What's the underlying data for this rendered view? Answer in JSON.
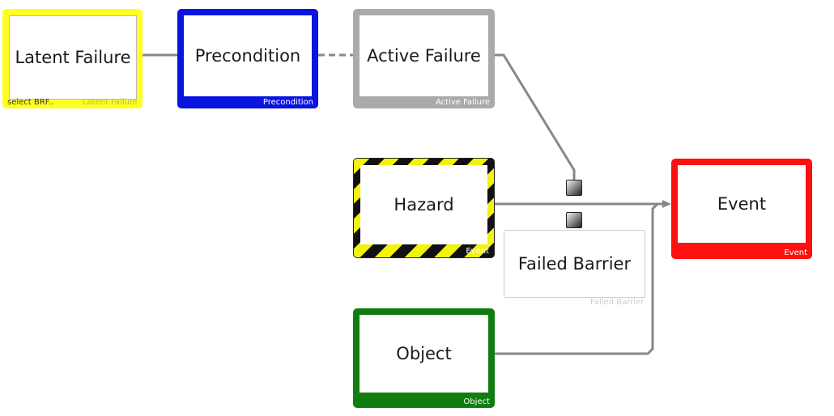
{
  "nodes": {
    "latent_failure": {
      "title": "Latent Failure",
      "caption": "Latent Failure",
      "sub_label": "select BRF..",
      "color": "#ffff22"
    },
    "precondition": {
      "title": "Precondition",
      "caption": "Precondition",
      "color": "#0a14e0"
    },
    "active_failure": {
      "title": "Active Failure",
      "caption": "Active Failure",
      "color": "#aaaaaa"
    },
    "hazard": {
      "title": "Hazard",
      "caption": "Event",
      "colors": [
        "#111111",
        "#f2f20a"
      ]
    },
    "event": {
      "title": "Event",
      "caption": "Event",
      "color": "#ff1010"
    },
    "failed_barrier": {
      "title": "Failed Barrier",
      "caption": "Failed Barrier"
    },
    "object": {
      "title": "Object",
      "caption": "Object",
      "color": "#0f7d10"
    }
  },
  "connector_color": "#888888",
  "handles": [
    "gradient-square-icon",
    "gradient-square-icon"
  ]
}
